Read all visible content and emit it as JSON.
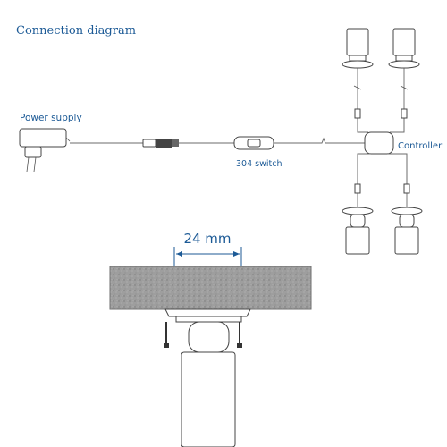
{
  "title": "Connection diagram",
  "labels": {
    "power_supply": "Power supply",
    "switch": "304 switch",
    "controller": "Controller",
    "dimension": "24 mm"
  },
  "colors": {
    "label_blue": "#1c5a96",
    "stone_gray": "#9b9b9b",
    "line_gray": "#6b6b6b"
  }
}
